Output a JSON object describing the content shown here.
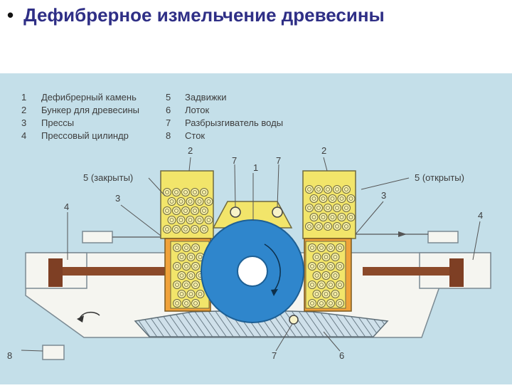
{
  "slide": {
    "bullet": "•",
    "title": "Дефибрерное измельчение древесины"
  },
  "legend": {
    "left": [
      {
        "num": "1",
        "text": "Дефибрерный камень"
      },
      {
        "num": "2",
        "text": "Бункер для древесины"
      },
      {
        "num": "3",
        "text": "Прессы"
      },
      {
        "num": "4",
        "text": "Прессовый цилиндр"
      }
    ],
    "right": [
      {
        "num": "5",
        "text": "Задвижки"
      },
      {
        "num": "6",
        "text": "Лоток"
      },
      {
        "num": "7",
        "text": "Разбрызгиватель воды"
      },
      {
        "num": "8",
        "text": "Сток"
      }
    ]
  },
  "callouts": {
    "bunker_left": "2",
    "bunker_right": "2",
    "stone": "1",
    "spray_left": "7",
    "spray_right": "7",
    "gate_closed": "5 (закрыты)",
    "gate_open": "5 (открыты)",
    "press_left": "3",
    "press_right": "3",
    "cyl_left": "4",
    "cyl_right": "4",
    "drain": "8",
    "spray_bottom": "7",
    "trough": "6"
  },
  "colors": {
    "stage": "#c4dfe9",
    "stone": "#2f86cc",
    "wood": "#f2e56a",
    "press": "#f0a23a",
    "rod": "#8b4a2a",
    "frame": "#f5f5f0",
    "text": "#3d3d3d",
    "title": "#2f2f86"
  }
}
